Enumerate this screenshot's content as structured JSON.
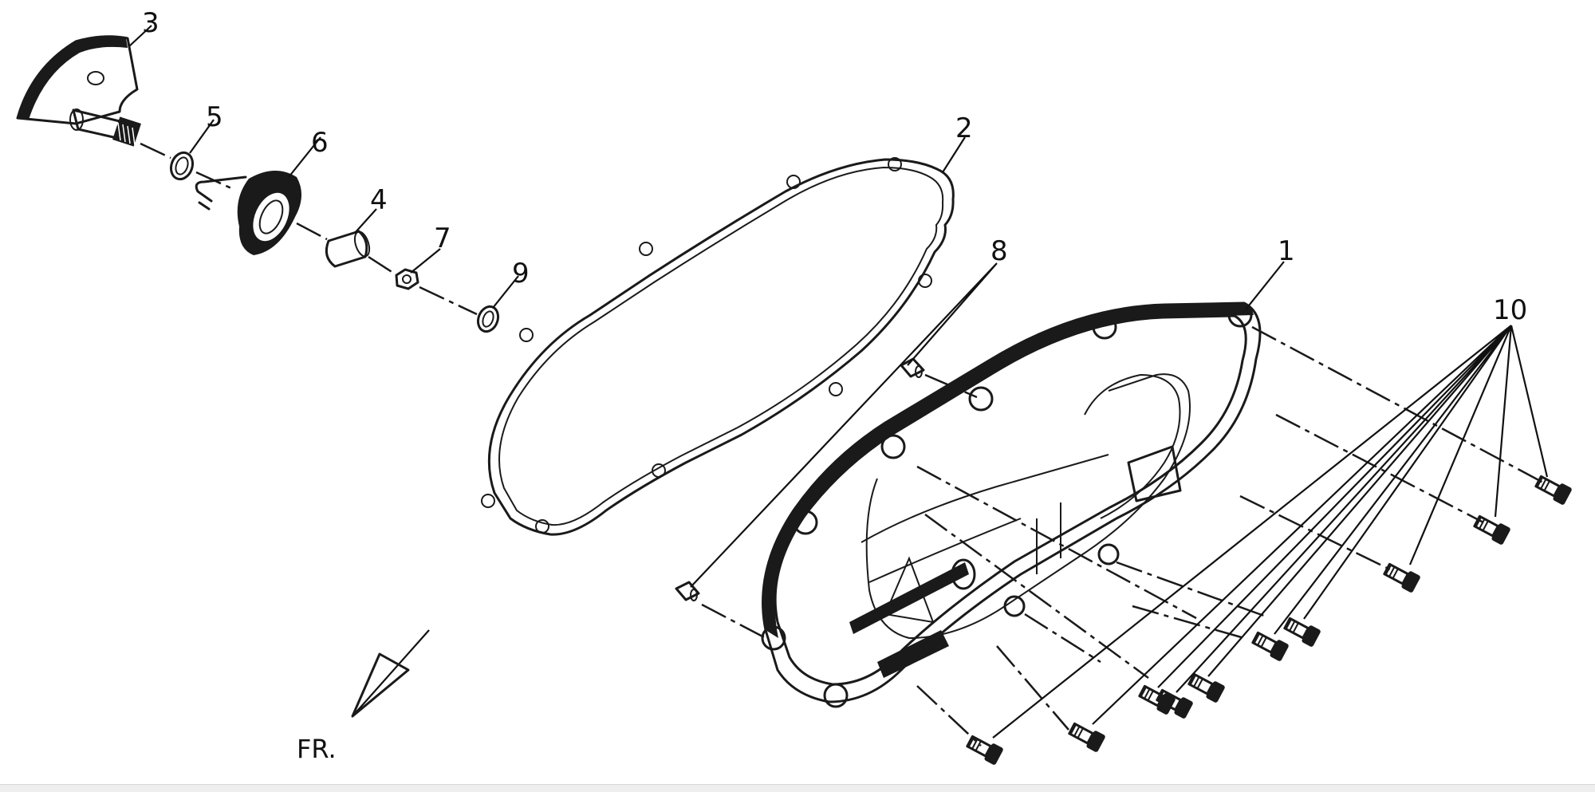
{
  "diagram": {
    "callouts": [
      {
        "id": "1",
        "label": "1"
      },
      {
        "id": "2",
        "label": "2"
      },
      {
        "id": "3",
        "label": "3"
      },
      {
        "id": "4",
        "label": "4"
      },
      {
        "id": "5",
        "label": "5"
      },
      {
        "id": "6",
        "label": "6"
      },
      {
        "id": "7",
        "label": "7"
      },
      {
        "id": "8",
        "label": "8"
      },
      {
        "id": "9",
        "label": "9"
      },
      {
        "id": "10",
        "label": "10"
      }
    ],
    "direction_label": "FR."
  },
  "colors": {
    "line": "#1a1a1a",
    "background": "#ffffff"
  }
}
